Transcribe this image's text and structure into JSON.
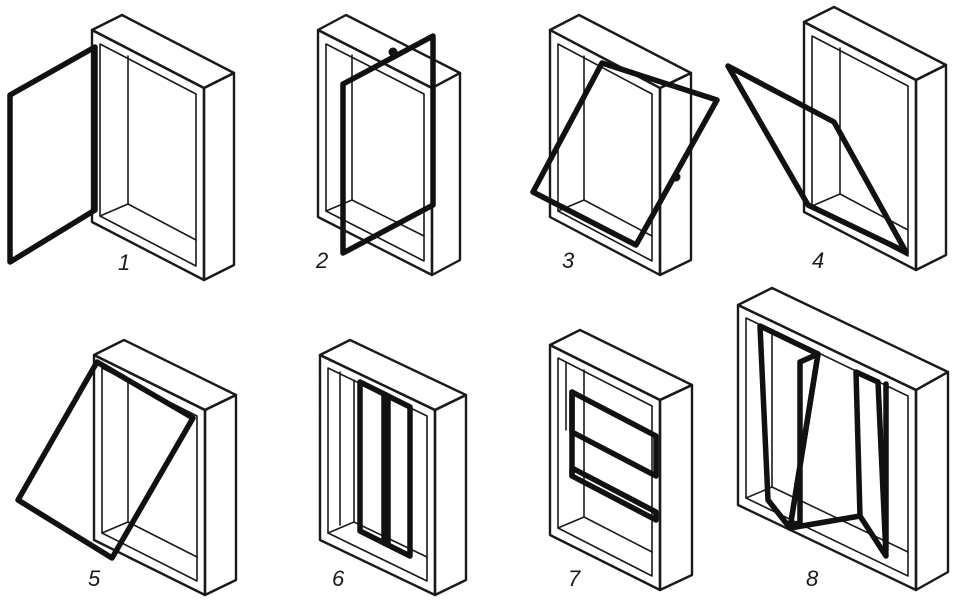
{
  "figures": [
    {
      "id": "fig-1",
      "label": "1",
      "mode": "side-hung-open"
    },
    {
      "id": "fig-2",
      "label": "2",
      "mode": "pivot-vertical"
    },
    {
      "id": "fig-3",
      "label": "3",
      "mode": "pivot-horizontal"
    },
    {
      "id": "fig-4",
      "label": "4",
      "mode": "tilt-top"
    },
    {
      "id": "fig-5",
      "label": "5",
      "mode": "top-hung"
    },
    {
      "id": "fig-6",
      "label": "6",
      "mode": "horizontal-sliding"
    },
    {
      "id": "fig-7",
      "label": "7",
      "mode": "vertical-sliding"
    },
    {
      "id": "fig-8",
      "label": "8",
      "mode": "folding"
    }
  ]
}
